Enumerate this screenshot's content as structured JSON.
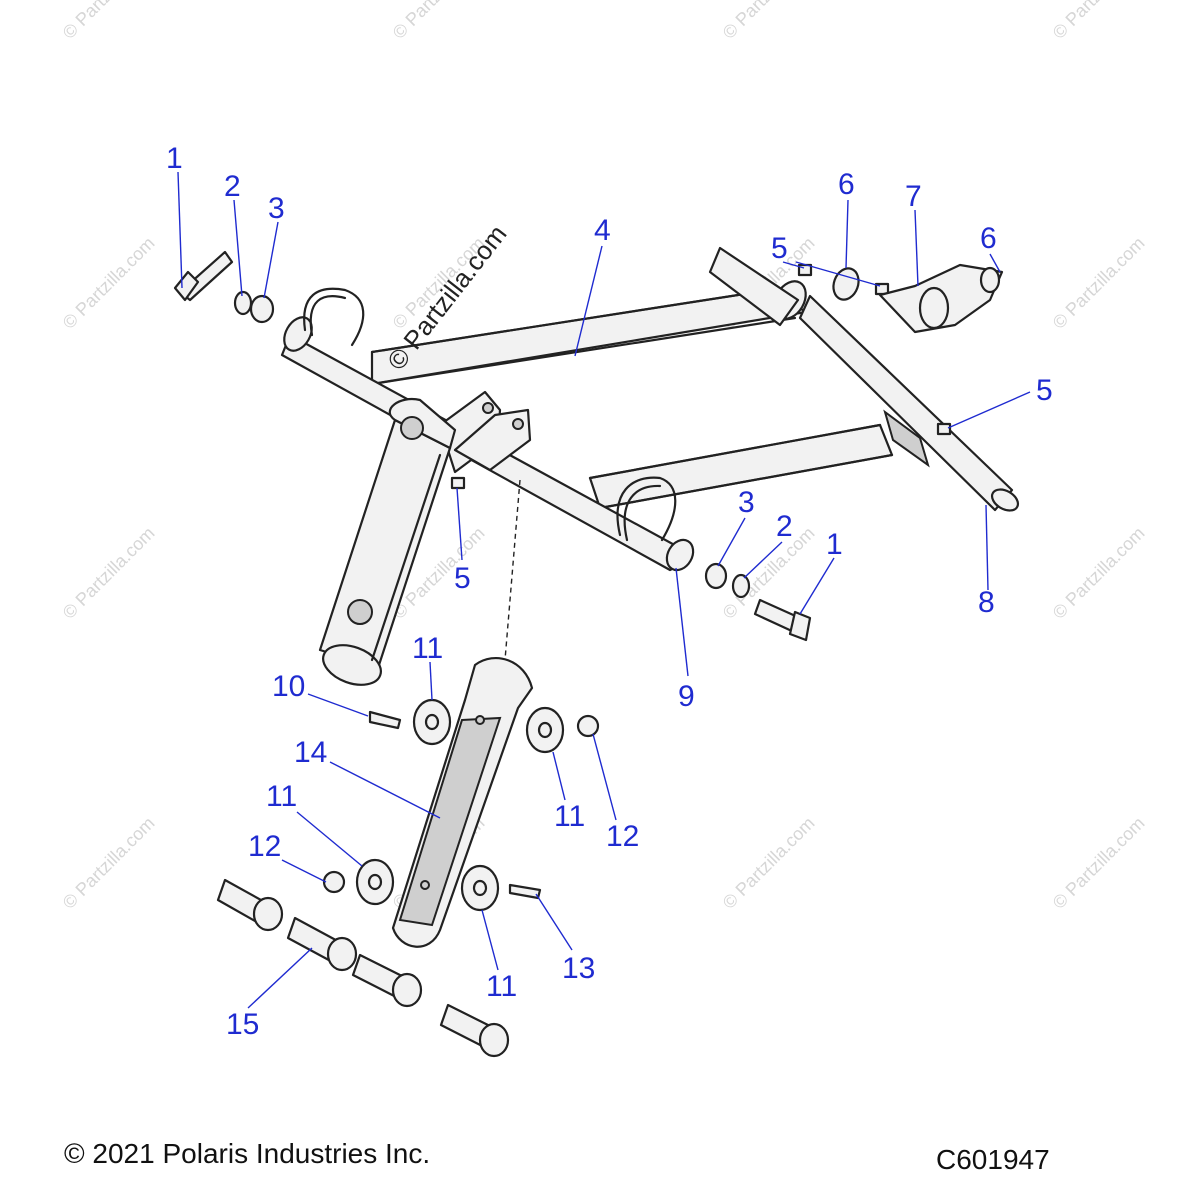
{
  "watermark": {
    "main": "© Partzilla.com",
    "tile": "© Partzilla.com"
  },
  "callouts": [
    "1",
    "2",
    "3",
    "4",
    "5",
    "5",
    "6",
    "7",
    "6",
    "5",
    "3",
    "2",
    "1",
    "5",
    "8",
    "9",
    "11",
    "10",
    "14",
    "11",
    "11",
    "12",
    "12",
    "11",
    "13",
    "15"
  ],
  "footer": {
    "copyright": "© 2021 Polaris Industries Inc.",
    "diagram_code": "C601947"
  },
  "colors": {
    "callout": "#1f2bd0",
    "line": "#222222",
    "watermark": "#d6d6d6"
  }
}
